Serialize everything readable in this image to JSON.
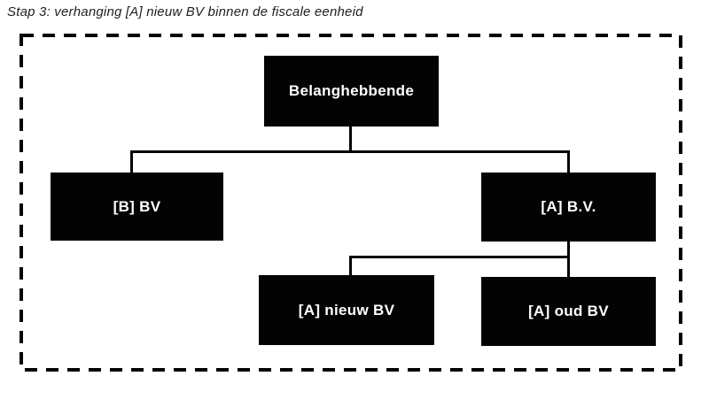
{
  "title": "Stap 3: verhanging [A] nieuw BV binnen de fiscale eenheid",
  "diagram": {
    "type": "org-chart",
    "nodes": [
      {
        "id": "belanghebbende",
        "label": "Belanghebbende"
      },
      {
        "id": "b-bv",
        "label": "[B] BV"
      },
      {
        "id": "a-bv",
        "label": "[A] B.V."
      },
      {
        "id": "a-nieuw-bv",
        "label": "[A] nieuw BV"
      },
      {
        "id": "a-oud-bv",
        "label": "[A] oud BV"
      }
    ],
    "edges": [
      {
        "from": "belanghebbende",
        "to": "b-bv"
      },
      {
        "from": "belanghebbende",
        "to": "a-bv"
      },
      {
        "from": "a-bv",
        "to": "a-nieuw-bv"
      },
      {
        "from": "a-bv",
        "to": "a-oud-bv"
      }
    ],
    "colors": {
      "background": "#ffffff",
      "node_fill": "#030303",
      "node_text": "#ffffff",
      "connector": "#030303",
      "dashed_border": "#030303"
    }
  }
}
